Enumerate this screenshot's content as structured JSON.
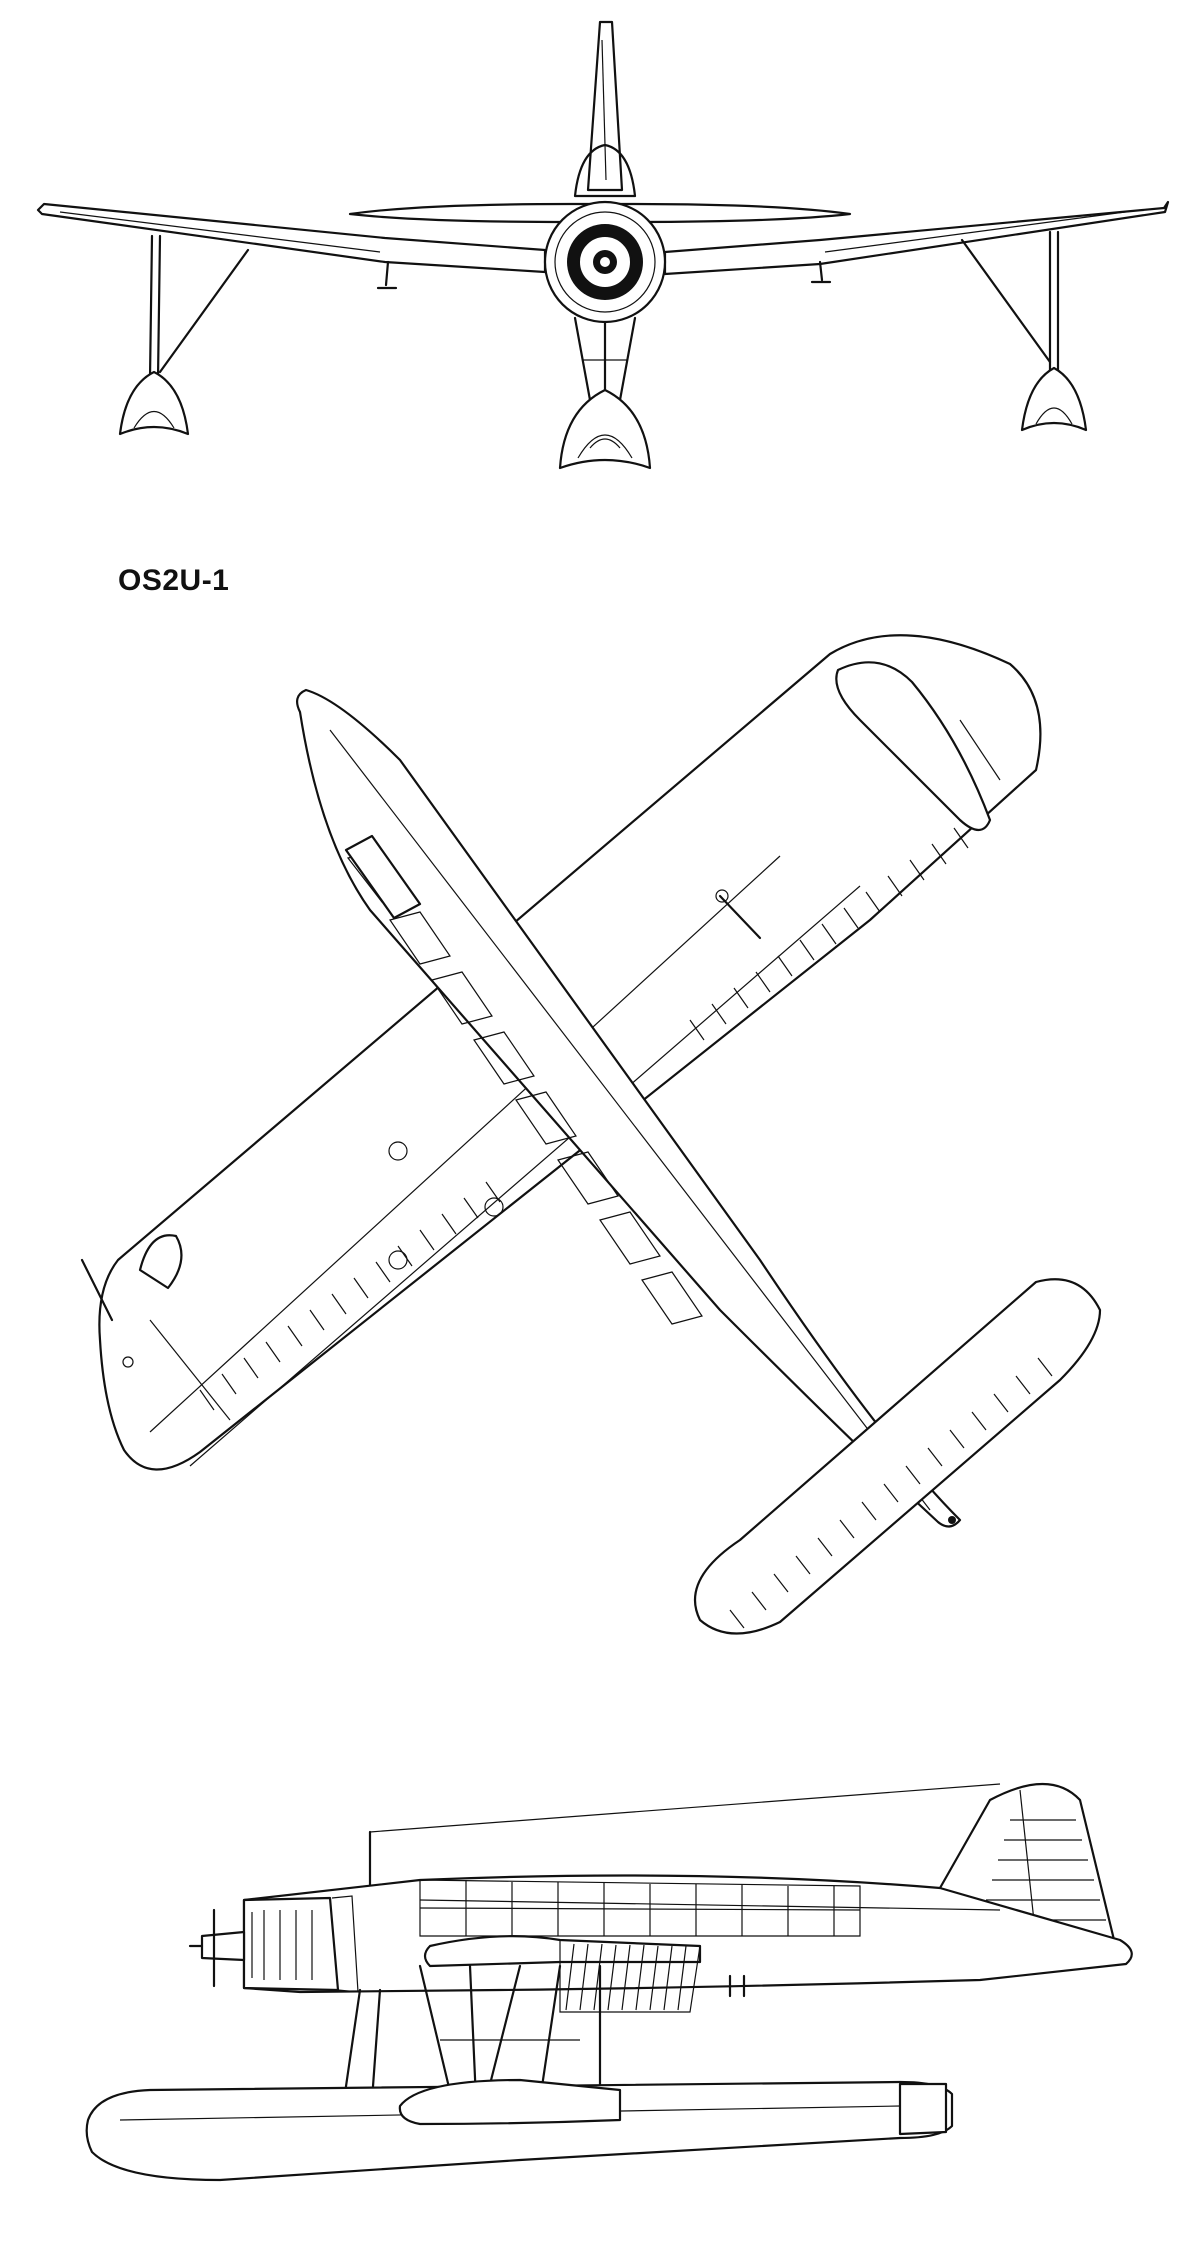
{
  "drawing": {
    "designation": "OS2U-1",
    "views": [
      {
        "view": "front",
        "icon": "front-view"
      },
      {
        "view": "top",
        "icon": "plan-view"
      },
      {
        "view": "side",
        "icon": "side-view"
      }
    ]
  }
}
